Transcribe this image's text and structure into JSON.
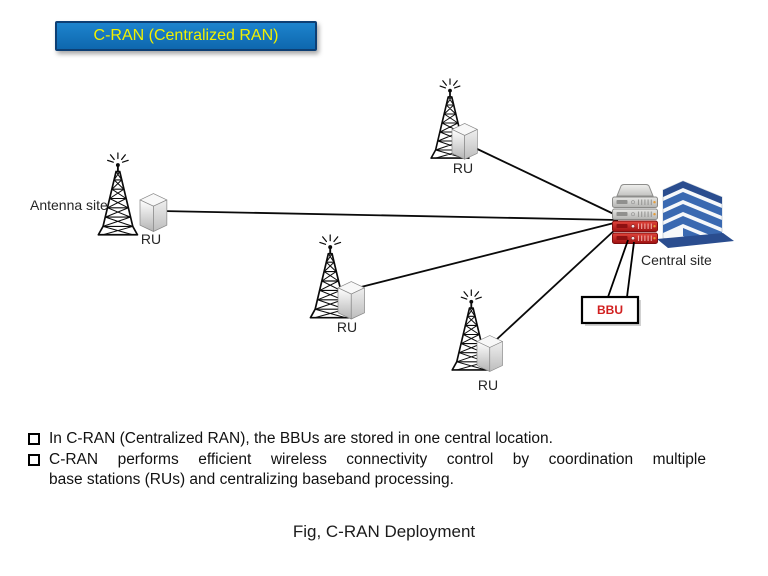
{
  "banner": {
    "title": "C-RAN (Centralized RAN)"
  },
  "diagram": {
    "antenna_site": {
      "label": "Antenna site"
    },
    "radio_units": [
      {
        "label": "RU"
      },
      {
        "label": "RU"
      },
      {
        "label": "RU"
      },
      {
        "label": "RU"
      }
    ],
    "central_site": {
      "label": "Central site"
    },
    "bbu_callout": {
      "label": "BBU"
    }
  },
  "icons": {
    "radio_tower": "radio-tower-icon",
    "ru_box": "ru-box-icon",
    "server_stack": "server-stack-icon",
    "office_building": "building-icon",
    "bullet": "square-bullet-icon"
  },
  "colors": {
    "banner_bg": "#1173BE",
    "banner_border": "#0D3F74",
    "banner_text": "#F1F100",
    "bbu_text": "#D11F1F",
    "server_red": "#C9201D",
    "server_gray": "#C9C9C7",
    "building_blue": "#3A69B1",
    "building_roof": "#2A4D8F",
    "link_line": "#0A0A0A"
  },
  "bullets": [
    {
      "lines": [
        "In C-RAN (Centralized RAN), the BBUs are stored in one central location."
      ]
    },
    {
      "lines": [
        "C-RAN performs efficient wireless connectivity control by coordination multiple",
        "base stations (RUs) and centralizing baseband processing."
      ]
    }
  ],
  "caption": "Fig, C-RAN Deployment"
}
